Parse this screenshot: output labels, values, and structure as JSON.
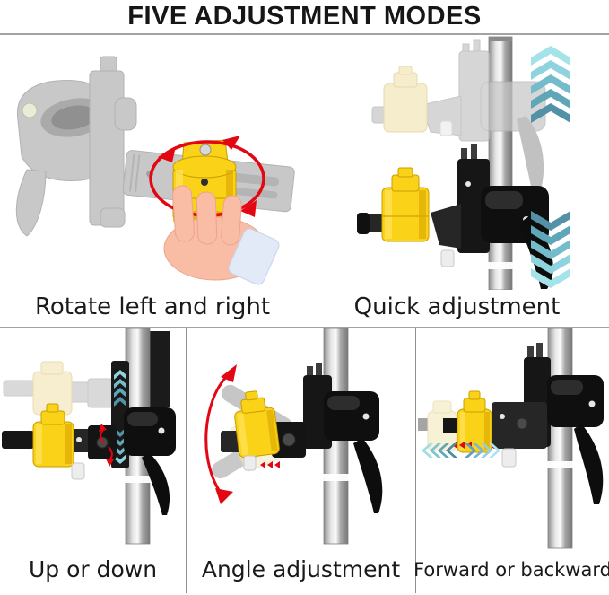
{
  "title": "FIVE ADJUSTMENT MODES",
  "panels": {
    "rotate": {
      "caption": "Rotate left and right"
    },
    "quick": {
      "caption": "Quick adjustment"
    },
    "updown": {
      "caption": "Up or down"
    },
    "angle": {
      "caption": "Angle adjustment"
    },
    "forward": {
      "caption": "Forward or backward"
    }
  },
  "colors": {
    "accent-red": "#e30613",
    "knob-yellow": "#fad318",
    "knob-yellow-ghost": "#f2e6b6",
    "chevron-teal-light": "#a5e3ea",
    "chevron-teal-dark": "#5392a6",
    "ghost-gray": "#c6c6c6",
    "solid-black": "#161616",
    "hand-skin": "#f9bda6",
    "sleeve-blue": "#e2eaf8",
    "divider-gray": "#a3a3a3",
    "text-black": "#161616"
  }
}
